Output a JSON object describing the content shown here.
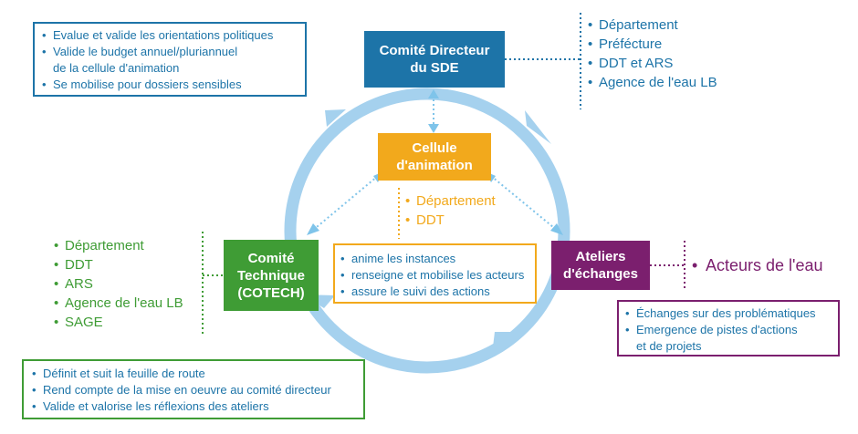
{
  "colors": {
    "blue": "#1d74a8",
    "orange": "#f2a91c",
    "green": "#3f9c35",
    "purple": "#7b1f6e",
    "cycle": "#a5d1ee",
    "connector": "#7fc4ea"
  },
  "comite_directeur": {
    "title": "Comité Directeur\ndu SDE",
    "members": [
      "Département",
      "Préfécture",
      "DDT et ARS",
      "Agence de l'eau LB"
    ],
    "roles": [
      "Evalue et valide les orientations politiques",
      "Valide le budget annuel/pluriannuel",
      "de la cellule d'animation",
      "Se mobilise pour dossiers sensibles"
    ]
  },
  "cellule": {
    "title": "Cellule\nd'animation",
    "members": [
      "Département",
      "DDT"
    ],
    "roles": [
      "anime les instances",
      "renseigne et mobilise les acteurs",
      "assure le suivi des actions"
    ]
  },
  "cotech": {
    "title": "Comité\nTechnique\n(COTECH)",
    "members": [
      "Département",
      "DDT",
      "ARS",
      "Agence de l'eau LB",
      "SAGE"
    ],
    "roles": [
      "Définit et suit la feuille de route",
      "Rend compte de la mise en oeuvre au comité directeur",
      "Valide et valorise les réflexions des ateliers"
    ]
  },
  "ateliers": {
    "title": "Ateliers\nd'échanges",
    "members": [
      "Acteurs de l'eau"
    ],
    "roles": [
      "Échanges sur des problématiques",
      "Emergence de pistes d'actions",
      "et de projets"
    ]
  },
  "bullet_glyph": "•"
}
